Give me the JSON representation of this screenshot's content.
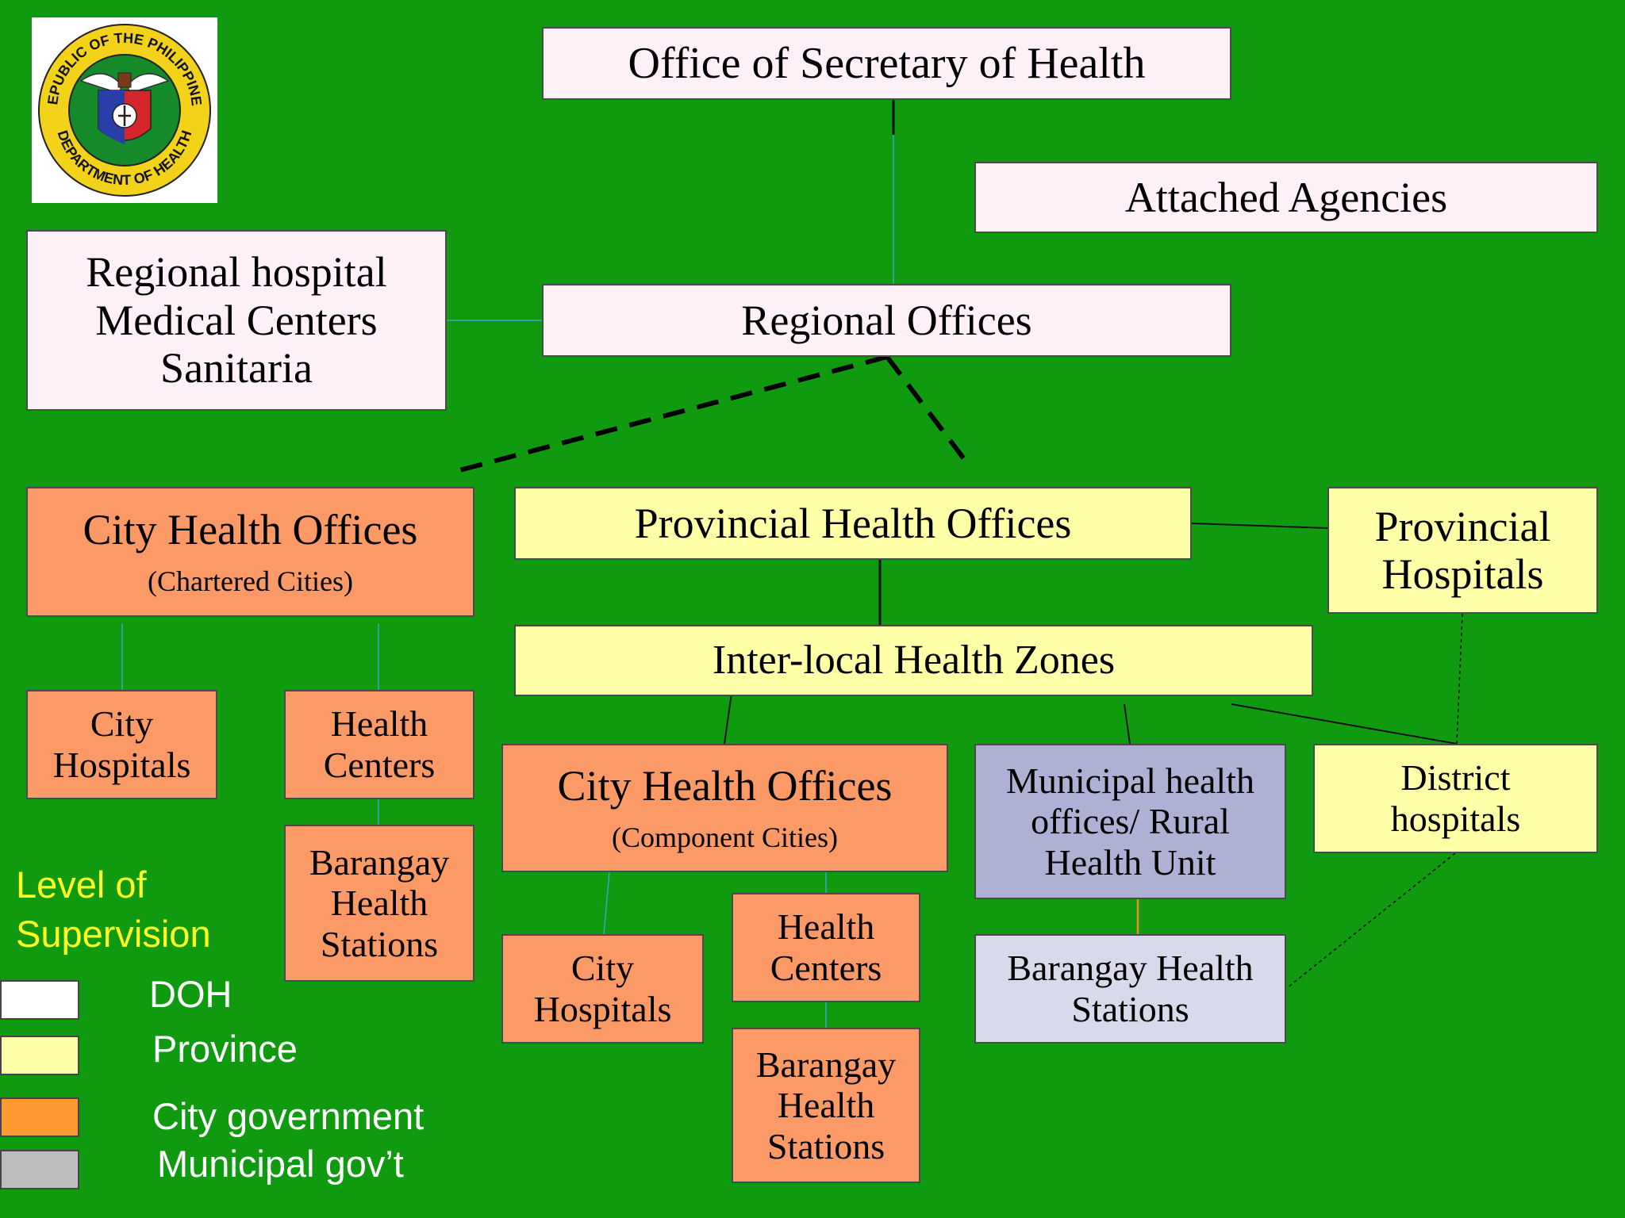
{
  "logo": {
    "ring_top": "REPUBLIC OF THE PHILIPPINES",
    "ring_bottom": "DEPARTMENT OF HEALTH",
    "icon": "doh-seal-icon"
  },
  "nodes": {
    "secretary": "Office of Secretary of Health",
    "attached": "Attached Agencies",
    "regional_hospitals": [
      "Regional hospital",
      "Medical Centers",
      "Sanitaria"
    ],
    "regional_offices": "Regional Offices",
    "city_health_chartered": {
      "title": "City Health Offices",
      "subtitle": "(Chartered Cities)"
    },
    "provincial_health": "Provincial Health Offices",
    "provincial_hospitals": [
      "Provincial",
      "Hospitals"
    ],
    "interlocal": "Inter-local Health Zones",
    "city_hospitals_1": [
      "City",
      "Hospitals"
    ],
    "health_centers_1": [
      "Health",
      "Centers"
    ],
    "bhs_1": [
      "Barangay",
      "Health",
      "Stations"
    ],
    "city_health_component": {
      "title": "City Health Offices",
      "subtitle": "(Component Cities)"
    },
    "municipal": [
      "Municipal health",
      "offices/ Rural",
      "Health Unit"
    ],
    "district": [
      "District",
      "hospitals"
    ],
    "city_hospitals_2": [
      "City",
      "Hospitals"
    ],
    "health_centers_2": [
      "Health",
      "Centers"
    ],
    "bhs_2": [
      "Barangay",
      "Health",
      "Stations"
    ],
    "bhs_municipal": [
      "Barangay Health",
      "Stations"
    ]
  },
  "legend": {
    "title": "Level of Supervision",
    "items": [
      {
        "label": "DOH",
        "color": "#ffffff"
      },
      {
        "label": "Province",
        "color": "#ffffa8"
      },
      {
        "label": "City government",
        "color": "#ff9a33"
      },
      {
        "label": "Municipal gov’t",
        "color": "#bdbdbd"
      }
    ]
  },
  "colors": {
    "background": "#109a10",
    "doh_box": "#fdf0f7",
    "province_box": "#ffffa8",
    "city_box": "#fb9a66",
    "municipal_box": "#aeb0d4",
    "barangay_box": "#d9d9ec",
    "legend_title": "#ffff22"
  }
}
